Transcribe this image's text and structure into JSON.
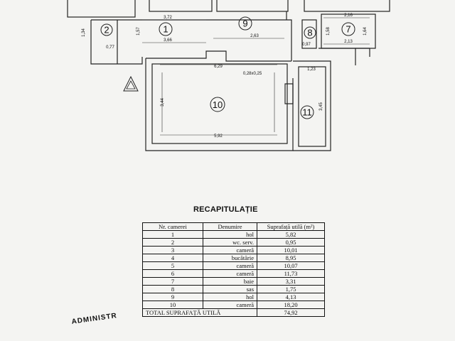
{
  "floor_plan": {
    "rooms": [
      {
        "number": "1"
      },
      {
        "number": "2"
      },
      {
        "number": "7"
      },
      {
        "number": "8"
      },
      {
        "number": "9"
      },
      {
        "number": "10"
      },
      {
        "number": "11"
      }
    ],
    "dimensions": [
      "3,72",
      "3,66",
      "2,63",
      "2,16",
      "2,13",
      "1,64",
      "1,58",
      "1,57",
      "1,34",
      "0,77",
      "0,97",
      "6,29",
      "5,92",
      "3,44",
      "3,45",
      "1,23",
      "0,28x0,25"
    ]
  },
  "recap": {
    "title": "RECAPITULAȚIE",
    "headers": [
      "Nr. camerei",
      "Denumire",
      "Suprafață utilă (m²)"
    ],
    "rows": [
      [
        "1",
        "hol",
        "5,82"
      ],
      [
        "2",
        "wc. serv.",
        "0,95"
      ],
      [
        "3",
        "cameră",
        "10,01"
      ],
      [
        "4",
        "bucătărie",
        "8,95"
      ],
      [
        "5",
        "cameră",
        "10,07"
      ],
      [
        "6",
        "cameră",
        "11,73"
      ],
      [
        "7",
        "baie",
        "3,31"
      ],
      [
        "8",
        "sas",
        "1,75"
      ],
      [
        "9",
        "hol",
        "4,13"
      ],
      [
        "10",
        "cameră",
        "18,20"
      ]
    ],
    "total_label": "TOTAL SUPRAFAȚĂ UTILĂ",
    "total_value": "74,92"
  },
  "stamp_text": "ADMINISTR"
}
